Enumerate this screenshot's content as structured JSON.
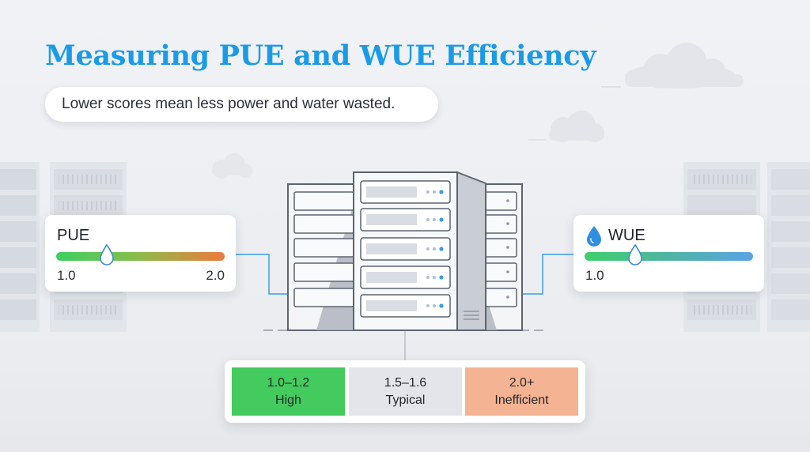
{
  "title": "Measuring PUE and WUE Efficiency",
  "subtitle": "Lower scores mean less power and water wasted.",
  "pue": {
    "label": "PUE",
    "scale_min": "1.0",
    "scale_max": "2.0",
    "value": 1.3,
    "range": [
      1.0,
      2.0
    ],
    "colors": [
      "#3ccf63",
      "#ee7a3c"
    ]
  },
  "wue": {
    "label": "WUE",
    "scale_min": "1.0",
    "value": 0.3,
    "colors": [
      "#3fcf6a",
      "#5aa3e6"
    ]
  },
  "legend": [
    {
      "range": "1.0–1.2",
      "label": "High",
      "color": "#43cb5d"
    },
    {
      "range": "1.5–1.6",
      "label": "Typical",
      "color": "#e3e5ea"
    },
    {
      "range": "2.0+",
      "label": "Inefficient",
      "color": "#f4b392"
    }
  ],
  "colors": {
    "title": "#1a9be8",
    "connector": "#3b9ee0",
    "server_led": "#3b9ee0"
  },
  "icons": {
    "water": "water-drop-icon",
    "marker": "droplet-marker-icon"
  }
}
